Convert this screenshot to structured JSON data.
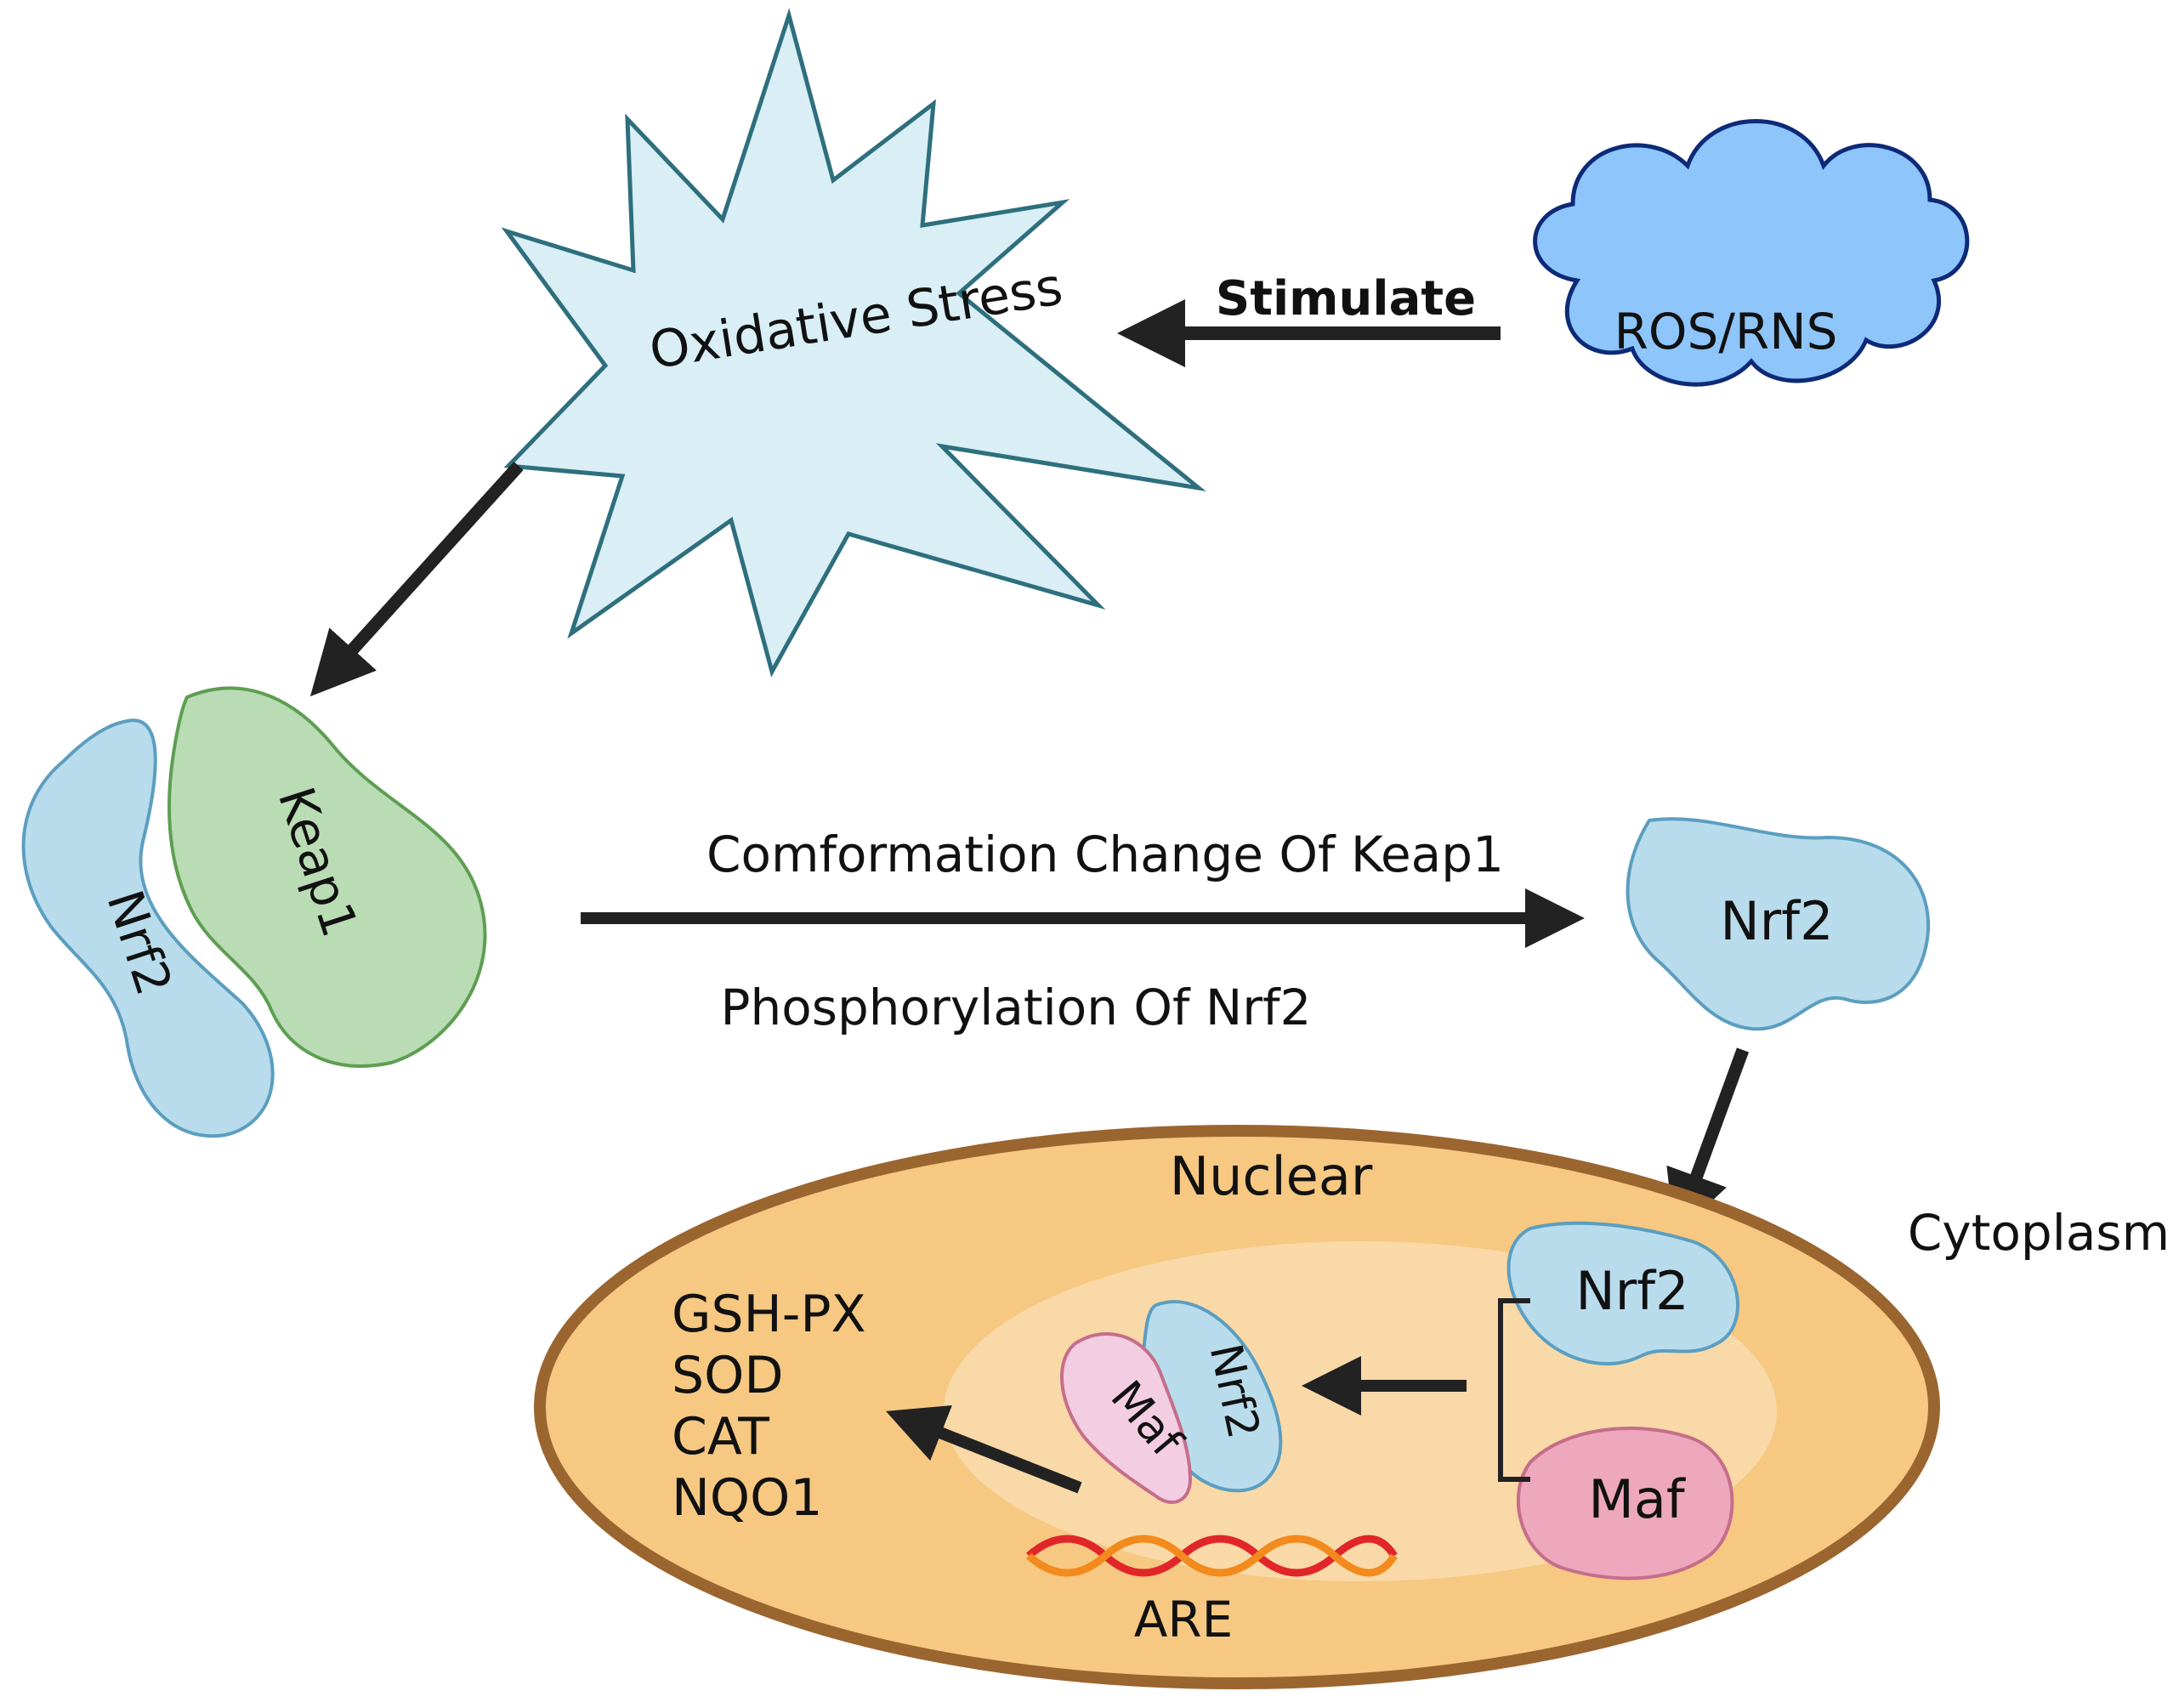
{
  "labels": {
    "oxidative_stress": "Oxidative Stress",
    "stimulate": "Stimulate",
    "ros_rns": "ROS/RNS",
    "keap1": "Keap1",
    "nrf2_complex": "Nrf2",
    "conformation_change": "Comformation Change Of Keap1",
    "phosphorylation": "Phosphorylation Of Nrf2",
    "nrf2_free": "Nrf2",
    "nuclear": "Nuclear",
    "cytoplasm": "Cytoplasm",
    "nrf2_nuclear": "Nrf2",
    "maf_nuclear": "Maf",
    "nrf2_bound": "Nrf2",
    "maf_bound": "Maf",
    "are": "ARE",
    "genes": [
      "GSH-PX",
      "SOD",
      "CAT",
      "NQO1"
    ]
  },
  "colors": {
    "star_fill": "#d9eef5",
    "star_stroke": "#2e6f7e",
    "cloud_fill": "#8ec5fb",
    "cloud_stroke": "#0d2a78",
    "nrf2_fill": "#b8dcec",
    "nrf2_stroke": "#5b9ec0",
    "keap1_fill": "#b9dcb4",
    "keap1_stroke": "#5e9e52",
    "nucleus_fill": "#f6c882",
    "nucleus_stroke": "#9b6530",
    "nucleus_inner": "#f9dcae",
    "maf_fill": "#eea8bd",
    "maf_stroke": "#c56e8a",
    "maf_light": "#f3cde2",
    "dna_red": "#e1262a",
    "dna_orange": "#f28a1e",
    "arrow": "#222222"
  }
}
